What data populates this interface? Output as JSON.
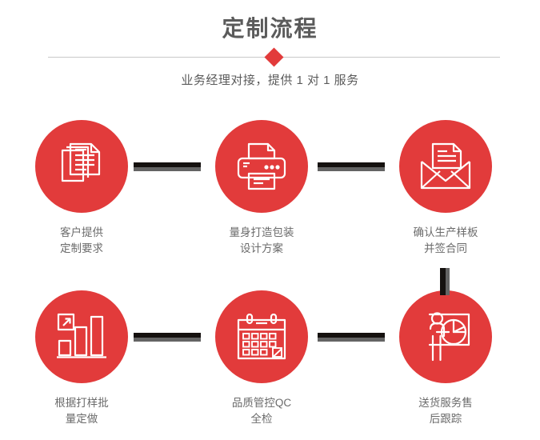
{
  "header": {
    "title": "定制流程",
    "subtitle": "业务经理对接，提供 1 对 1 服务",
    "divider_icon": "diamond-marker",
    "accent_color": "#e23b3b",
    "title_color": "#5b5b5b",
    "divider_line_color": "#c9c9c9"
  },
  "flow": {
    "connector_color": "#15110f",
    "connector_shadow_color": "#646464",
    "steps": [
      {
        "index": 1,
        "icon": "documents-stack-icon",
        "label": "客户提供\n定制要求"
      },
      {
        "index": 2,
        "icon": "printer-icon",
        "label": "量身打造包装\n设计方案"
      },
      {
        "index": 3,
        "icon": "envelope-letter-icon",
        "label": "确认生产样板\n并签合同"
      },
      {
        "index": 4,
        "icon": "bar-chart-growth-icon",
        "label": "根据打样批\n量定做"
      },
      {
        "index": 5,
        "icon": "calendar-check-icon",
        "label": "品质管控QC\n全检"
      },
      {
        "index": 6,
        "icon": "presentation-pie-chart-icon",
        "label": "送货服务售\n后跟踪"
      }
    ],
    "connectors": [
      {
        "name": "connector-step1-step2",
        "direction": "horizontal"
      },
      {
        "name": "connector-step2-step3",
        "direction": "horizontal"
      },
      {
        "name": "connector-step3-step6",
        "direction": "vertical"
      },
      {
        "name": "connector-step4-step5",
        "direction": "horizontal"
      },
      {
        "name": "connector-step5-step6",
        "direction": "horizontal"
      }
    ]
  }
}
